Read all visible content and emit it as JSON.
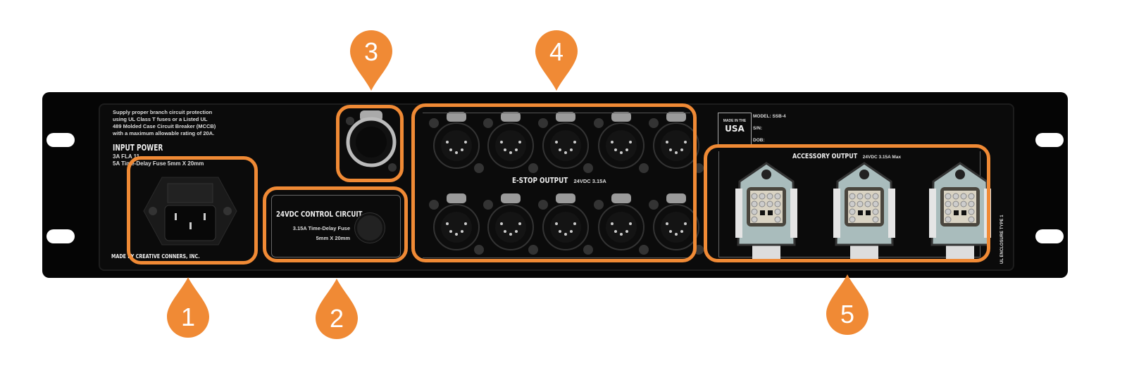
{
  "panel": {
    "warning_text": [
      "Supply proper branch circuit protection",
      "using UL Class T fuses or a Listed UL",
      "489 Molded Case Circuit Breaker (MCCB)",
      "with a maximum allowable rating of 20A."
    ],
    "input_power_title": "INPUT POWER",
    "input_power_lines": [
      "3A FLA 11",
      "5A Time-Delay Fuse 5mm X 20mm"
    ],
    "maker": "MADE BY CREATIVE CONNERS, INC.",
    "control_title": "24VDC CONTROL CIRCUIT",
    "control_line1": "3.15A Time-Delay Fuse",
    "control_line2": "5mm X 20mm",
    "estop_title": "E-STOP OUTPUT",
    "estop_rating": "24VDC 3.15A",
    "made_in_small": "MADE IN THE",
    "made_in_big": "USA",
    "model": "MODEL: SSB-4",
    "sn": "S/N:",
    "dob": "DOB:",
    "accessory_title": "ACCESSORY OUTPUT",
    "accessory_rating": "24VDC 3.15A Max",
    "enclosure": "UL ENCLOSURE TYPE 1"
  },
  "callouts": [
    "1",
    "2",
    "3",
    "4",
    "5"
  ],
  "colors": {
    "accent": "#F08A35",
    "chassis": "#050505"
  }
}
